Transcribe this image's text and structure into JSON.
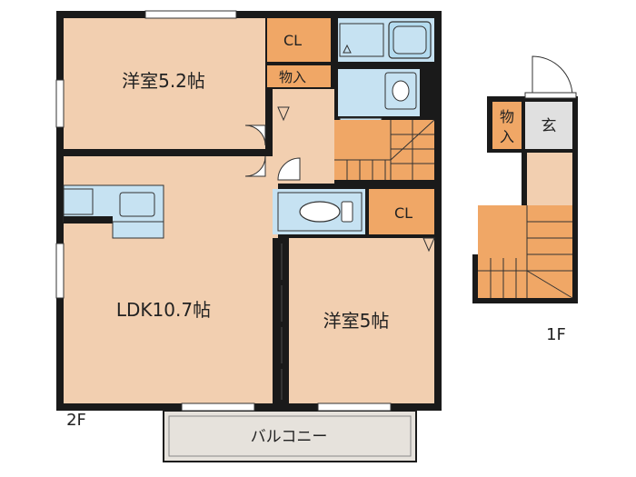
{
  "floor2": {
    "label": "2F",
    "rooms": {
      "western_a": "洋室5.2帖",
      "western_b": "洋室5帖",
      "ldk": "LDK10.7帖",
      "balcony": "バルコニー",
      "closet_top": "CL",
      "closet_bottom": "CL",
      "storage": "物入"
    }
  },
  "floor1": {
    "label": "1F",
    "rooms": {
      "storage_line1": "物",
      "storage_line2": "入",
      "entrance": "玄"
    }
  },
  "colors": {
    "room_floor": "#f2cfb0",
    "orange_space": "#f0a766",
    "wet_area": "#c6e2f2",
    "stairs": "#f0a766",
    "wall": "#1a1a1a",
    "balcony": "#e6e2dc"
  }
}
